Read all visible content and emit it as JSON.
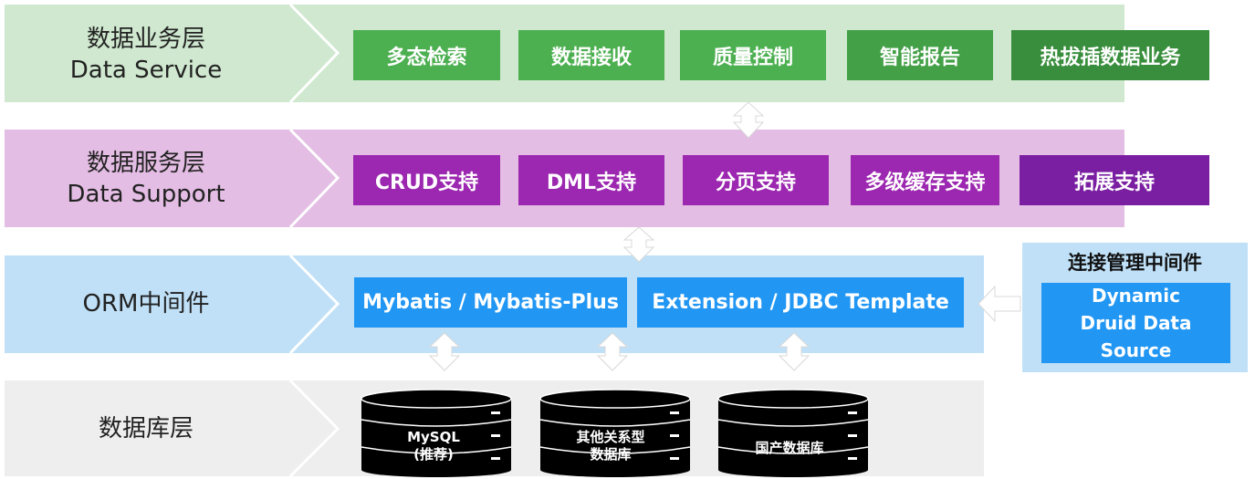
{
  "colors": {
    "service_band": "#cfe8cf",
    "support_band": "#e4bde4",
    "orm_band": "#bfe0f7",
    "db_band": "#eeeeee",
    "service_box": [
      "#4caf50",
      "#4caf50",
      "#4caf50",
      "#43a047",
      "#388e3c"
    ],
    "support_box": [
      "#9c27b0",
      "#9c27b0",
      "#9c27b0",
      "#9c27b0",
      "#7b1fa2"
    ],
    "orm_box": "#2196f3",
    "db_body": "#000000"
  },
  "layers": {
    "service": {
      "title_cn": "数据业务层",
      "title_en": "Data Service",
      "items": [
        "多态检索",
        "数据接收",
        "质量控制",
        "智能报告",
        "热拔插数据业务"
      ]
    },
    "support": {
      "title_cn": "数据服务层",
      "title_en": "Data Support",
      "items": [
        "CRUD支持",
        "DML支持",
        "分页支持",
        "多级缓存支持",
        "拓展支持"
      ]
    },
    "orm": {
      "title": "ORM中间件",
      "items": [
        "Mybatis / Mybatis-Plus",
        "Extension / JDBC Template"
      ]
    },
    "db": {
      "title": "数据库层",
      "databases": [
        {
          "line1": "MySQL",
          "line2": "(推荐)"
        },
        {
          "line1": "其他关系型",
          "line2": "数据库"
        },
        {
          "line1": "国产数据库",
          "line2": ""
        }
      ]
    }
  },
  "connection_mgmt": {
    "title": "连接管理中间件",
    "box_line1": "Dynamic",
    "box_line2": "Druid Data",
    "box_line3": "Source"
  }
}
